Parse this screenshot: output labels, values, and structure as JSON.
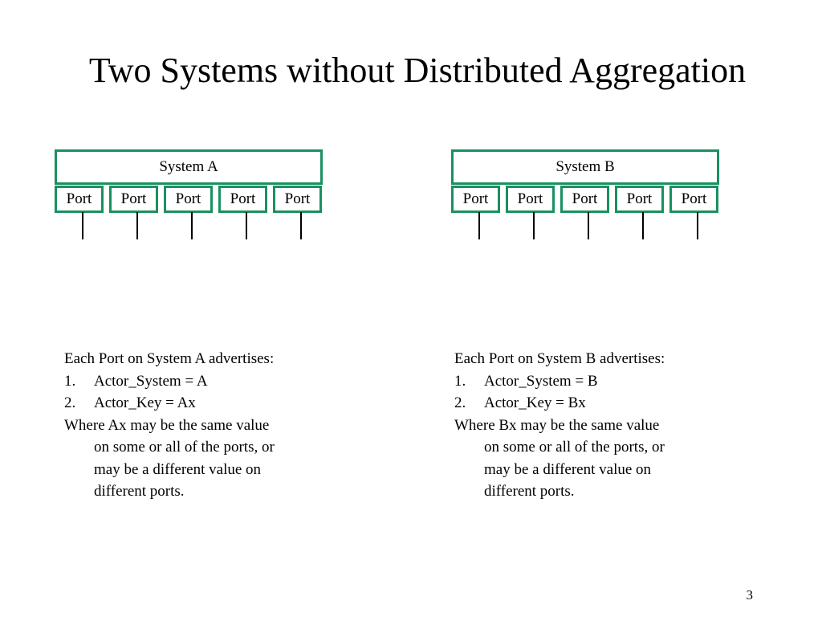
{
  "title": "Two Systems without Distributed Aggregation",
  "colors": {
    "box_border": "#1a9060",
    "line": "#000000"
  },
  "systems": [
    {
      "label": "System A",
      "ports": [
        "Port",
        "Port",
        "Port",
        "Port",
        "Port"
      ],
      "description": {
        "intro": "Each Port on System A advertises:",
        "items": [
          {
            "num": "1.",
            "text": "Actor_System = A"
          },
          {
            "num": "2.",
            "text": "Actor_Key = Ax"
          }
        ],
        "note_lines": [
          "Where Ax may be the same value",
          "on some or all of the ports, or",
          "may be a different value on",
          "different ports."
        ]
      }
    },
    {
      "label": "System B",
      "ports": [
        "Port",
        "Port",
        "Port",
        "Port",
        "Port"
      ],
      "description": {
        "intro": "Each Port on System B advertises:",
        "items": [
          {
            "num": "1.",
            "text": "Actor_System = B"
          },
          {
            "num": "2.",
            "text": "Actor_Key = Bx"
          }
        ],
        "note_lines": [
          "Where Bx may be the same value",
          "on some or all of the ports, or",
          "may be a different value on",
          "different ports."
        ]
      }
    }
  ],
  "page_number": "3"
}
